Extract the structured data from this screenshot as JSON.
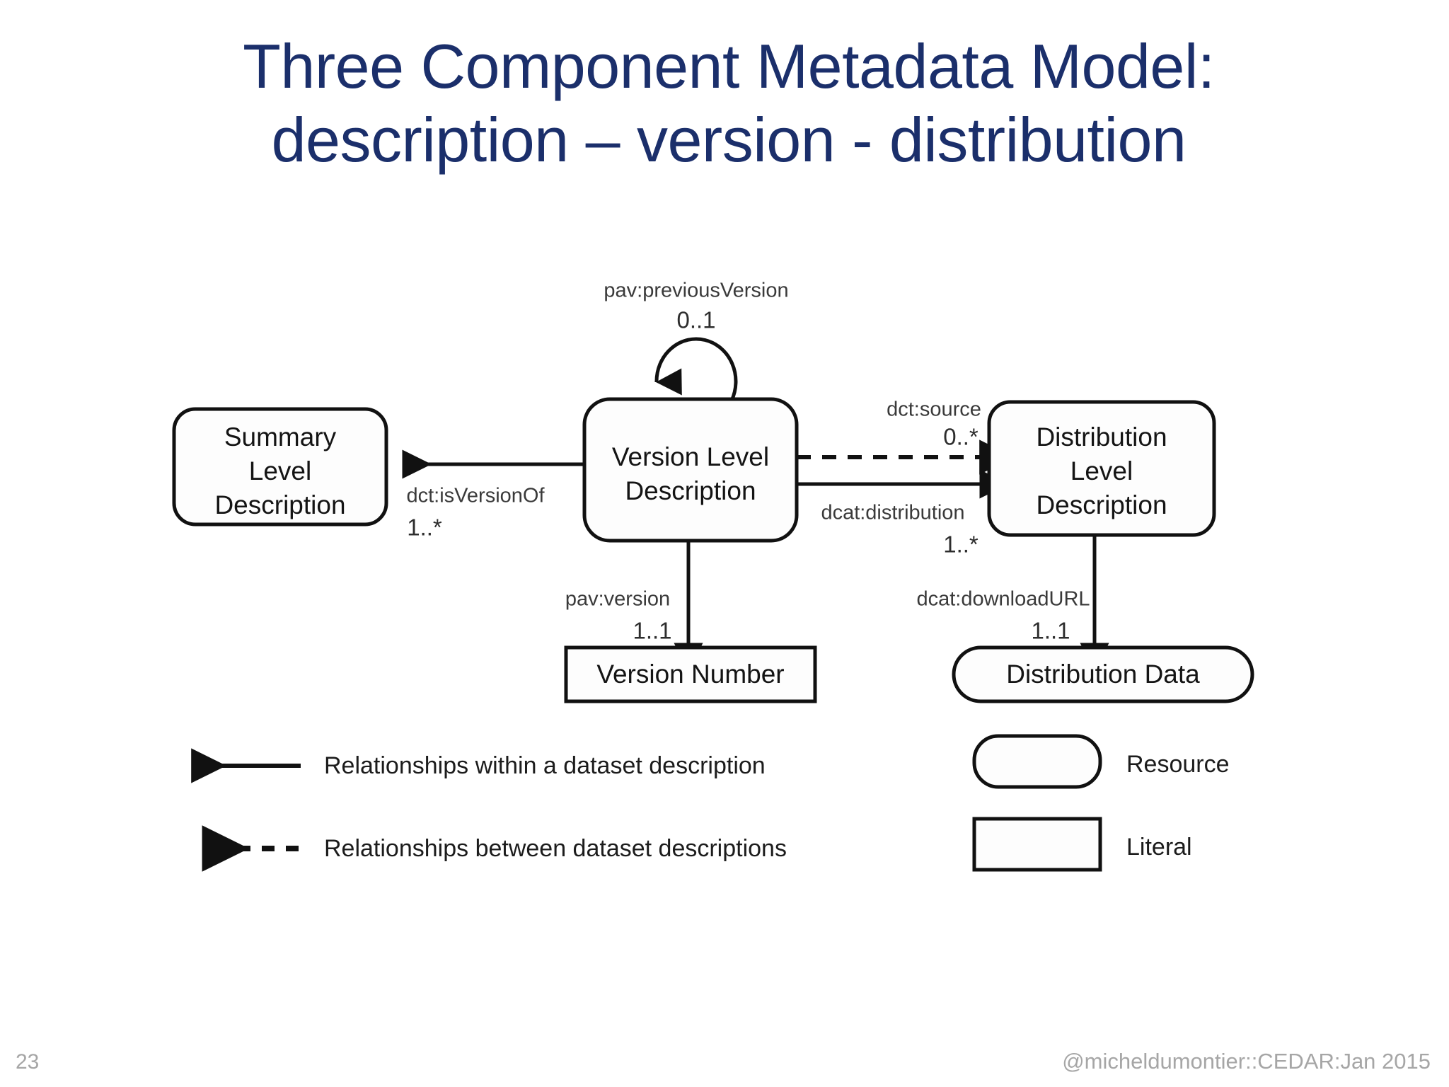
{
  "slide": {
    "title": "Three Component Metadata Model:\ndescription – version - distribution",
    "title_color": "#1b2f6b",
    "background": "#ffffff"
  },
  "footer": {
    "page_number": "23",
    "credit": "@micheldumontier::CEDAR:Jan 2015",
    "color": "#a6a6a6"
  },
  "diagram": {
    "nodes": [
      {
        "id": "summary-level-description",
        "shape": "resource",
        "lines": [
          "Summary",
          "Level",
          "Description"
        ]
      },
      {
        "id": "version-level-description",
        "shape": "resource",
        "lines": [
          "Version Level",
          "Description"
        ]
      },
      {
        "id": "distribution-level-description",
        "shape": "resource",
        "lines": [
          "Distribution",
          "Level",
          "Description"
        ]
      },
      {
        "id": "version-number",
        "shape": "literal",
        "lines": [
          "Version Number"
        ]
      },
      {
        "id": "distribution-data",
        "shape": "resource",
        "lines": [
          "Distribution Data"
        ]
      }
    ],
    "edges": [
      {
        "id": "pav-previous-version",
        "from": "version-level-description",
        "to": "version-level-description",
        "style": "solid",
        "predicate": "pav:previousVersion",
        "cardinality": "0..1"
      },
      {
        "id": "dct-is-version-of",
        "from": "version-level-description",
        "to": "summary-level-description",
        "style": "solid",
        "predicate": "dct:isVersionOf",
        "cardinality": "1..*"
      },
      {
        "id": "dct-source",
        "from": "version-level-description",
        "to": "distribution-level-description",
        "style": "dashed",
        "predicate": "dct:source",
        "cardinality": "0..*"
      },
      {
        "id": "dcat-distribution",
        "from": "version-level-description",
        "to": "distribution-level-description",
        "style": "solid",
        "predicate": "dcat:distribution",
        "cardinality": "1..*"
      },
      {
        "id": "pav-version",
        "from": "version-level-description",
        "to": "version-number",
        "style": "solid",
        "predicate": "pav:version",
        "cardinality": "1..1"
      },
      {
        "id": "dcat-download-url",
        "from": "distribution-level-description",
        "to": "distribution-data",
        "style": "solid",
        "predicate": "dcat:downloadURL",
        "cardinality": "1..1"
      }
    ],
    "legend": {
      "lines": [
        {
          "id": "legend-solid",
          "style": "solid",
          "label": "Relationships within a dataset description"
        },
        {
          "id": "legend-dashed",
          "style": "dashed",
          "label": "Relationships between dataset descriptions"
        }
      ],
      "shapes": [
        {
          "id": "legend-resource",
          "shape": "resource",
          "label": "Resource"
        },
        {
          "id": "legend-literal",
          "shape": "literal",
          "label": "Literal"
        }
      ]
    }
  }
}
